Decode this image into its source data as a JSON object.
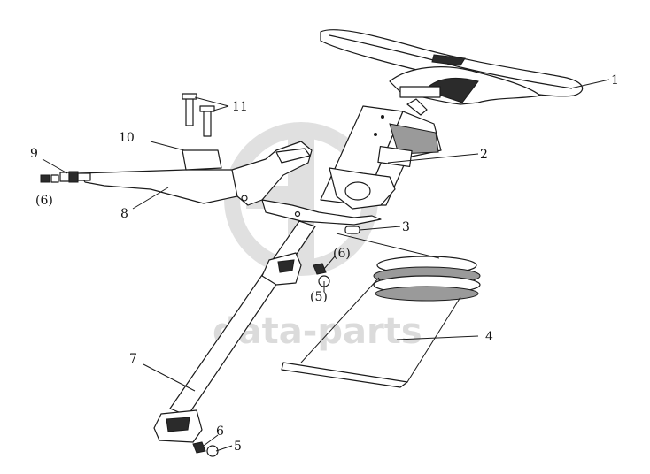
{
  "watermark": {
    "text": "data-parts",
    "color": "#c8c8c8"
  },
  "callouts": [
    {
      "id": "p1",
      "label": "1"
    },
    {
      "id": "p2",
      "label": "2"
    },
    {
      "id": "p3",
      "label": "3"
    },
    {
      "id": "p4",
      "label": "4"
    },
    {
      "id": "p5a",
      "label": "(5)"
    },
    {
      "id": "p5b",
      "label": "5"
    },
    {
      "id": "p6a",
      "label": "(6)"
    },
    {
      "id": "p6b",
      "label": "(6)"
    },
    {
      "id": "p6c",
      "label": "6"
    },
    {
      "id": "p7",
      "label": "7"
    },
    {
      "id": "p8",
      "label": "8"
    },
    {
      "id": "p9",
      "label": "9"
    },
    {
      "id": "p10",
      "label": "10"
    },
    {
      "id": "p11",
      "label": "11"
    }
  ]
}
